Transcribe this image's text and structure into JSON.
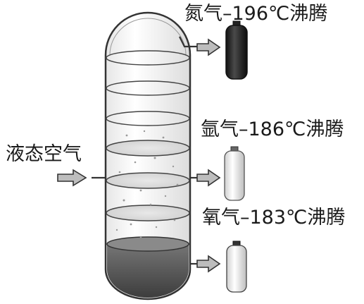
{
  "labels": {
    "nitrogen": "氮气–196℃沸腾",
    "argon": "氩气–186℃沸腾",
    "oxygen": "氧气–183℃沸腾",
    "input": "液态空气"
  },
  "colors": {
    "outline": "#333333",
    "arrow_fill": "#bdbdbd",
    "liquid_dark": "#4f4f4f",
    "liquid_light": "#d4d4d4",
    "bottle_dark": "#1e1e1e",
    "bottle_light": "#e6e6e6"
  },
  "icons": {
    "nitrogen_bottle": "gas-cylinder-icon",
    "argon_bottle": "gas-cylinder-icon",
    "oxygen_bottle": "gas-cylinder-icon"
  }
}
